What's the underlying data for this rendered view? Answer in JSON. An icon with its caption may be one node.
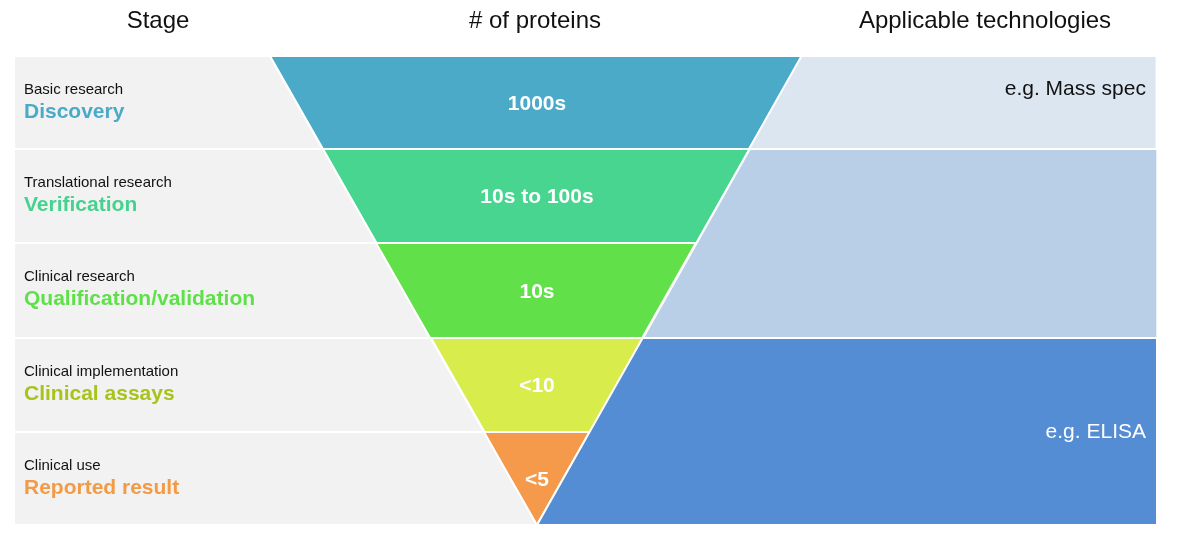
{
  "diagram": {
    "nodes": [
      {
        "text": [
          "Basic research",
          "Discovery"
        ]
      },
      {
        "text": [
          "Translational research",
          "Verification"
        ]
      },
      {
        "text": [
          "Clinical research",
          "Qualification/validation"
        ]
      },
      {
        "text": [
          "Clinical implementation",
          "Clinical assays"
        ]
      },
      {
        "text": [
          "Clinical use",
          "Reported result"
        ]
      },
      {
        "text": [
          "1000s"
        ]
      },
      {
        "text": [
          "10s to 100s"
        ]
      },
      {
        "text": [
          "10s"
        ]
      },
      {
        "text": [
          "<10"
        ]
      },
      {
        "text": [
          "<5"
        ]
      },
      {
        "text": [
          "e.g. Mass spec"
        ]
      },
      {
        "text": [],
        "shape": "band"
      },
      {
        "text": [
          "e.g. ELISA"
        ]
      }
    ],
    "labels": [
      "Stage",
      "# of proteins",
      "Applicable technologies"
    ]
  }
}
